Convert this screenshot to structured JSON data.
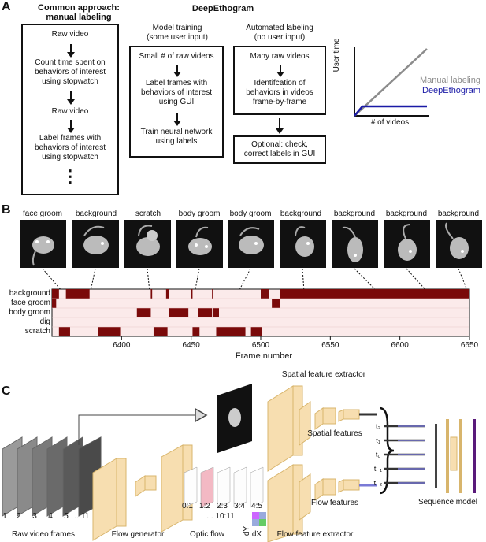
{
  "panel_a": {
    "letter": "A",
    "common_heading": "Common approach:\nmanual labeling",
    "common_steps": [
      "Raw video",
      "Count time spent on\nbehaviors of interest\nusing stopwatch",
      "Raw video",
      "Label frames with\nbehaviors of interest\nusing stopwatch",
      "⋮"
    ],
    "deepethogram_heading": "DeepEthogram",
    "training_heading": "Model training\n(some user input)",
    "training_steps": [
      "Small # of raw videos",
      "Label frames with\nbehaviors of interest\nusing GUI",
      "Train neural network\nusing labels"
    ],
    "auto_heading": "Automated labeling\n(no user input)",
    "auto_steps": [
      "Many raw videos",
      "Identifcation of\nbehaviors in videos\nframe-by-frame"
    ],
    "optional_step": "Optional: check,\ncorrect labels in GUI",
    "plot": {
      "ylabel": "User time",
      "xlabel": "# of videos",
      "manual_label": "Manual labeling",
      "deep_label": "DeepEthogram",
      "manual_color": "#8c8c8c",
      "deep_color": "#1a1aa6"
    }
  },
  "panel_b": {
    "letter": "B",
    "frame_labels": [
      "face groom",
      "background",
      "scratch",
      "body groom",
      "body groom",
      "background",
      "background",
      "background",
      "background"
    ],
    "xlabel": "Frame number",
    "ethogram_color": "#7a0a0a",
    "ethogram_bg": "#fbeaea"
  },
  "chart_data": {
    "type": "heatmap",
    "xlabel": "Frame number",
    "x_ticks": [
      6400,
      6450,
      6500,
      6550,
      6600,
      6650
    ],
    "xlim": [
      6350,
      6650
    ],
    "rows": [
      "background",
      "face groom",
      "body groom",
      "dig",
      "scratch"
    ],
    "segments": {
      "background": [
        [
          6350,
          6355
        ],
        [
          6360,
          6377
        ],
        [
          6421,
          6422
        ],
        [
          6432,
          6434
        ],
        [
          6450,
          6451
        ],
        [
          6465,
          6466
        ],
        [
          6500,
          6506
        ],
        [
          6514,
          6650
        ]
      ],
      "face groom": [
        [
          6350,
          6353
        ],
        [
          6508,
          6514
        ]
      ],
      "body groom": [
        [
          6411,
          6421
        ],
        [
          6434,
          6448
        ],
        [
          6455,
          6465
        ],
        [
          6466,
          6470
        ]
      ],
      "dig": [],
      "scratch": [
        [
          6355,
          6363
        ],
        [
          6383,
          6399
        ],
        [
          6423,
          6433
        ],
        [
          6451,
          6456
        ],
        [
          6468,
          6489
        ],
        [
          6493,
          6501
        ]
      ]
    }
  },
  "panel_c": {
    "letter": "C",
    "frame_numbers": [
      "1",
      "2",
      "3",
      "4",
      "5",
      "...11"
    ],
    "raw_frames_label": "Raw video frames",
    "flow_generator_label": "Flow generator",
    "optic_flow_label": "Optic flow",
    "flow_pairs": [
      "0:1",
      "1:2",
      "2:3",
      "3:4",
      "4:5"
    ],
    "flow_pairs_more": "... 10:11",
    "dy_label": "dY",
    "dx_label": "dX",
    "spatial_extractor_label": "Spatial feature extractor",
    "spatial_features_label": "Spatial features",
    "flow_features_label": "Flow features",
    "flow_extractor_label": "Flow feature extractor",
    "time_labels": [
      "t₂",
      "t₁",
      "t₀",
      "t₋₁",
      "t₋₂"
    ],
    "sequence_model_label": "Sequence model",
    "block_color": "#f7deb0",
    "block_edge": "#d8b56c"
  }
}
